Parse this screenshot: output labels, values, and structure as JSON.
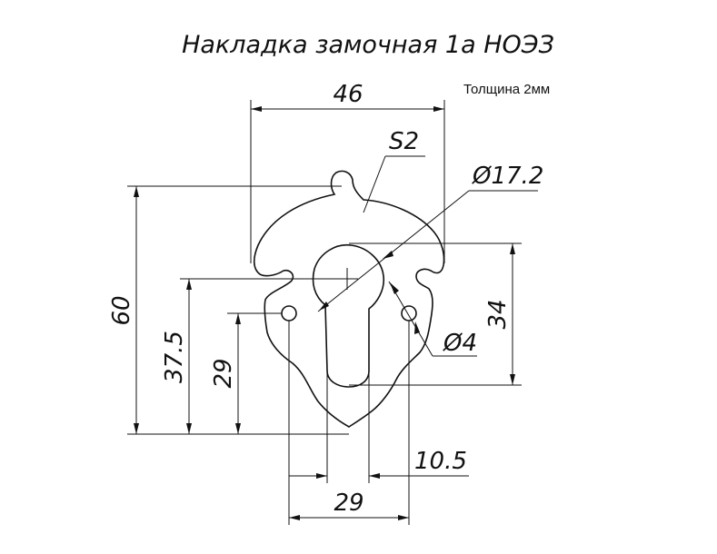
{
  "drawing": {
    "title": "Накладка замочная 1а  НОЭЗ",
    "thickness_note": "Толщина 2мм",
    "surface_label": "S2",
    "dimensions": {
      "top_width": "46",
      "big_hole_diameter": "Ø17.2",
      "small_hole_diameter": "Ø4",
      "height_total": "60",
      "height_big_hole_center": "37.5",
      "height_small_holes": "29",
      "slot_height": "34",
      "slot_width": "10.5",
      "holes_spacing": "29"
    }
  }
}
